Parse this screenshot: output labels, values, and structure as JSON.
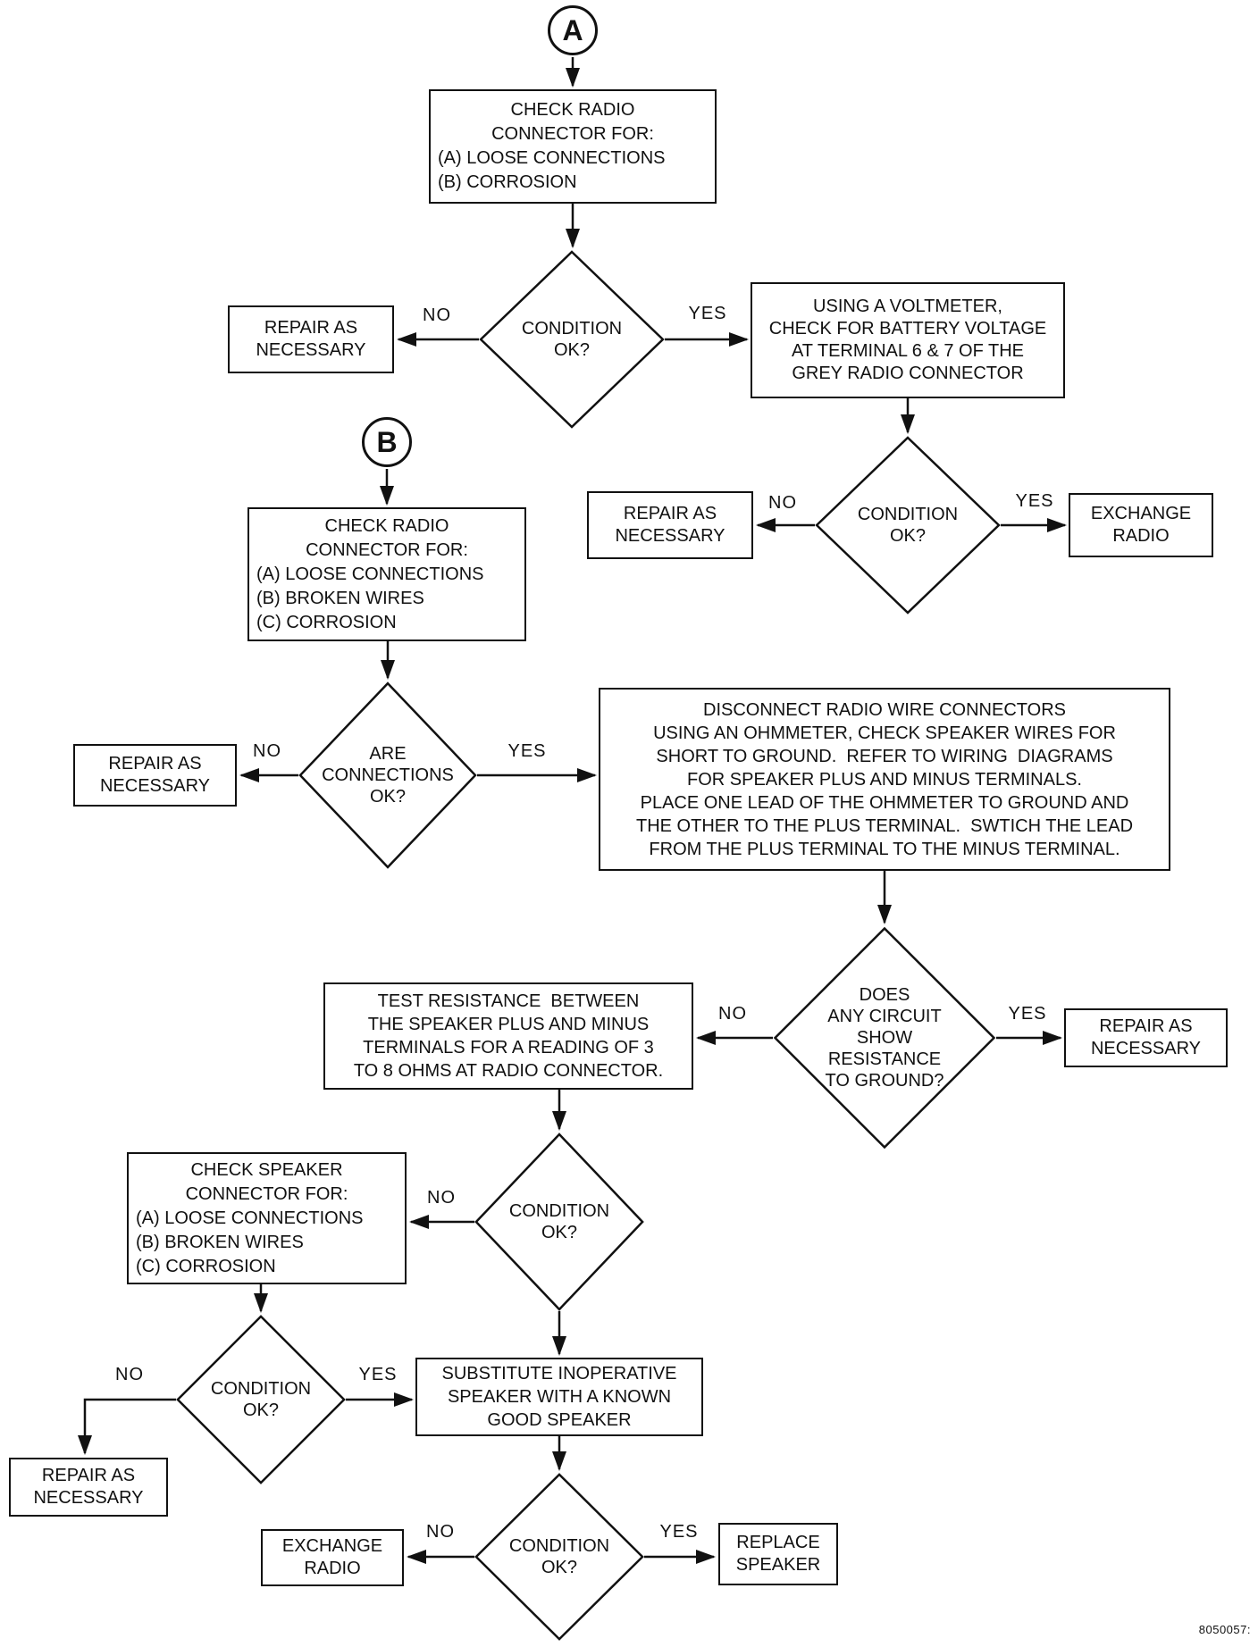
{
  "footer_code": "8050057:",
  "edge_labels": {
    "yes": "YES",
    "no": "NO"
  },
  "nodes": {
    "start_a": {
      "label": "A"
    },
    "start_b": {
      "label": "B"
    },
    "check_radio_a": {
      "lines": [
        "CHECK RADIO",
        "CONNECTOR FOR:",
        "(A) LOOSE CONNECTIONS",
        "(B) CORROSION"
      ]
    },
    "condition_ok_1": {
      "text": "CONDITION\nOK?"
    },
    "repair_as_necessary_1": {
      "text": "REPAIR AS\nNECESSARY"
    },
    "voltmeter_check": {
      "text": "USING A VOLTMETER,\nCHECK FOR BATTERY VOLTAGE\nAT TERMINAL 6 & 7 OF THE\nGREY RADIO CONNECTOR"
    },
    "condition_ok_2": {
      "text": "CONDITION\nOK?"
    },
    "repair_as_necessary_2": {
      "text": "REPAIR AS\nNECESSARY"
    },
    "exchange_radio_1": {
      "text": "EXCHANGE\nRADIO"
    },
    "check_radio_b": {
      "lines": [
        "CHECK RADIO",
        "CONNECTOR FOR:",
        "(A) LOOSE CONNECTIONS",
        "(B) BROKEN WIRES",
        "(C) CORROSION"
      ]
    },
    "are_connections_ok": {
      "text": "ARE\nCONNECTIONS\nOK?"
    },
    "repair_as_necessary_3": {
      "text": "REPAIR AS\nNECESSARY"
    },
    "disconnect_instructions": {
      "text": "DISCONNECT RADIO WIRE CONNECTORS\nUSING AN OHMMETER, CHECK SPEAKER WIRES FOR\nSHORT TO GROUND.  REFER TO WIRING  DIAGRAMS\nFOR SPEAKER PLUS AND MINUS TERMINALS.\nPLACE ONE LEAD OF THE OHMMETER TO GROUND AND\nTHE OTHER TO THE PLUS TERMINAL.  SWTICH THE LEAD\nFROM THE PLUS TERMINAL TO THE MINUS TERMINAL."
    },
    "does_circuit_show_resistance": {
      "text": "DOES\nANY CIRCUIT\nSHOW\nRESISTANCE\nTO GROUND?"
    },
    "repair_as_necessary_4": {
      "text": "REPAIR AS\nNECESSARY"
    },
    "test_resistance": {
      "text": "TEST RESISTANCE  BETWEEN\nTHE SPEAKER PLUS AND MINUS\nTERMINALS FOR A READING OF 3\nTO 8 OHMS AT RADIO CONNECTOR."
    },
    "condition_ok_3": {
      "text": "CONDITION\nOK?"
    },
    "check_speaker": {
      "lines": [
        "CHECK SPEAKER",
        "CONNECTOR FOR:",
        "(A) LOOSE CONNECTIONS",
        "(B) BROKEN WIRES",
        "(C) CORROSION"
      ]
    },
    "condition_ok_4": {
      "text": "CONDITION\nOK?"
    },
    "repair_as_necessary_5": {
      "text": "REPAIR AS\nNECESSARY"
    },
    "substitute_speaker": {
      "text": "SUBSTITUTE INOPERATIVE\nSPEAKER WITH A KNOWN\nGOOD SPEAKER"
    },
    "condition_ok_5": {
      "text": "CONDITION\nOK?"
    },
    "exchange_radio_2": {
      "text": "EXCHANGE\nRADIO"
    },
    "replace_speaker": {
      "text": "REPLACE\nSPEAKER"
    }
  }
}
